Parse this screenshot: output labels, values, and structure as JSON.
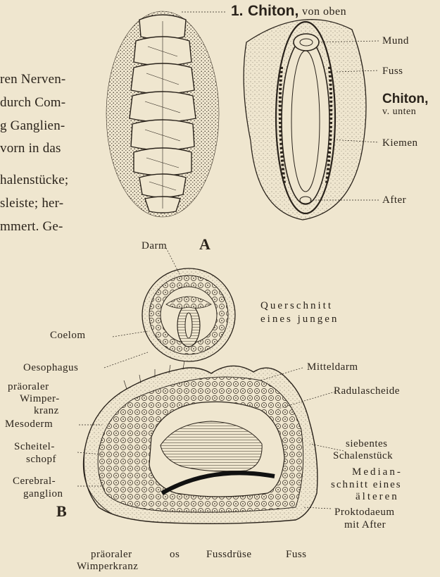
{
  "header": {
    "number": "1.",
    "title": "Chiton,",
    "subtitle": "von oben"
  },
  "text_fragment": [
    "ren Nerven-",
    "durch Com-",
    "g Ganglien-",
    "vorn in das",
    "halenstücke;",
    "sleiste; her-",
    "mmert. Ge-"
  ],
  "figure_a": {
    "right_title": "Chiton,",
    "right_subtitle": "v. unten",
    "labels": [
      "Mund",
      "Fuss",
      "Kiemen",
      "After"
    ],
    "darm": "Darm",
    "letter": "A"
  },
  "figure_b": {
    "letter": "B",
    "coelom": "Coelom",
    "quer1": "Querschnitt",
    "quer2": "eines jungen",
    "oesophagus": "Oesophagus",
    "praeoral": [
      "präoraler",
      "Wimper-",
      "kranz"
    ],
    "mesoderm": "Mesoderm",
    "scheitel": [
      "Scheitel-",
      "schopf"
    ],
    "cerebral": [
      "Cerebral-",
      "ganglion"
    ],
    "mitteldarm": "Mitteldarm",
    "radula": "Radulascheide",
    "siebentes": [
      "siebentes",
      "Schalenstück"
    ],
    "median": [
      "Median-",
      "schnitt eines",
      "älteren"
    ],
    "prokto": [
      "Proktodaeum",
      "mit After"
    ],
    "bottom": [
      "präoraler",
      "Wimperkranz",
      "os",
      "Fussdrüse",
      "Fuss"
    ]
  },
  "colors": {
    "paper": "#efe6cf",
    "ink": "#2a231b"
  }
}
